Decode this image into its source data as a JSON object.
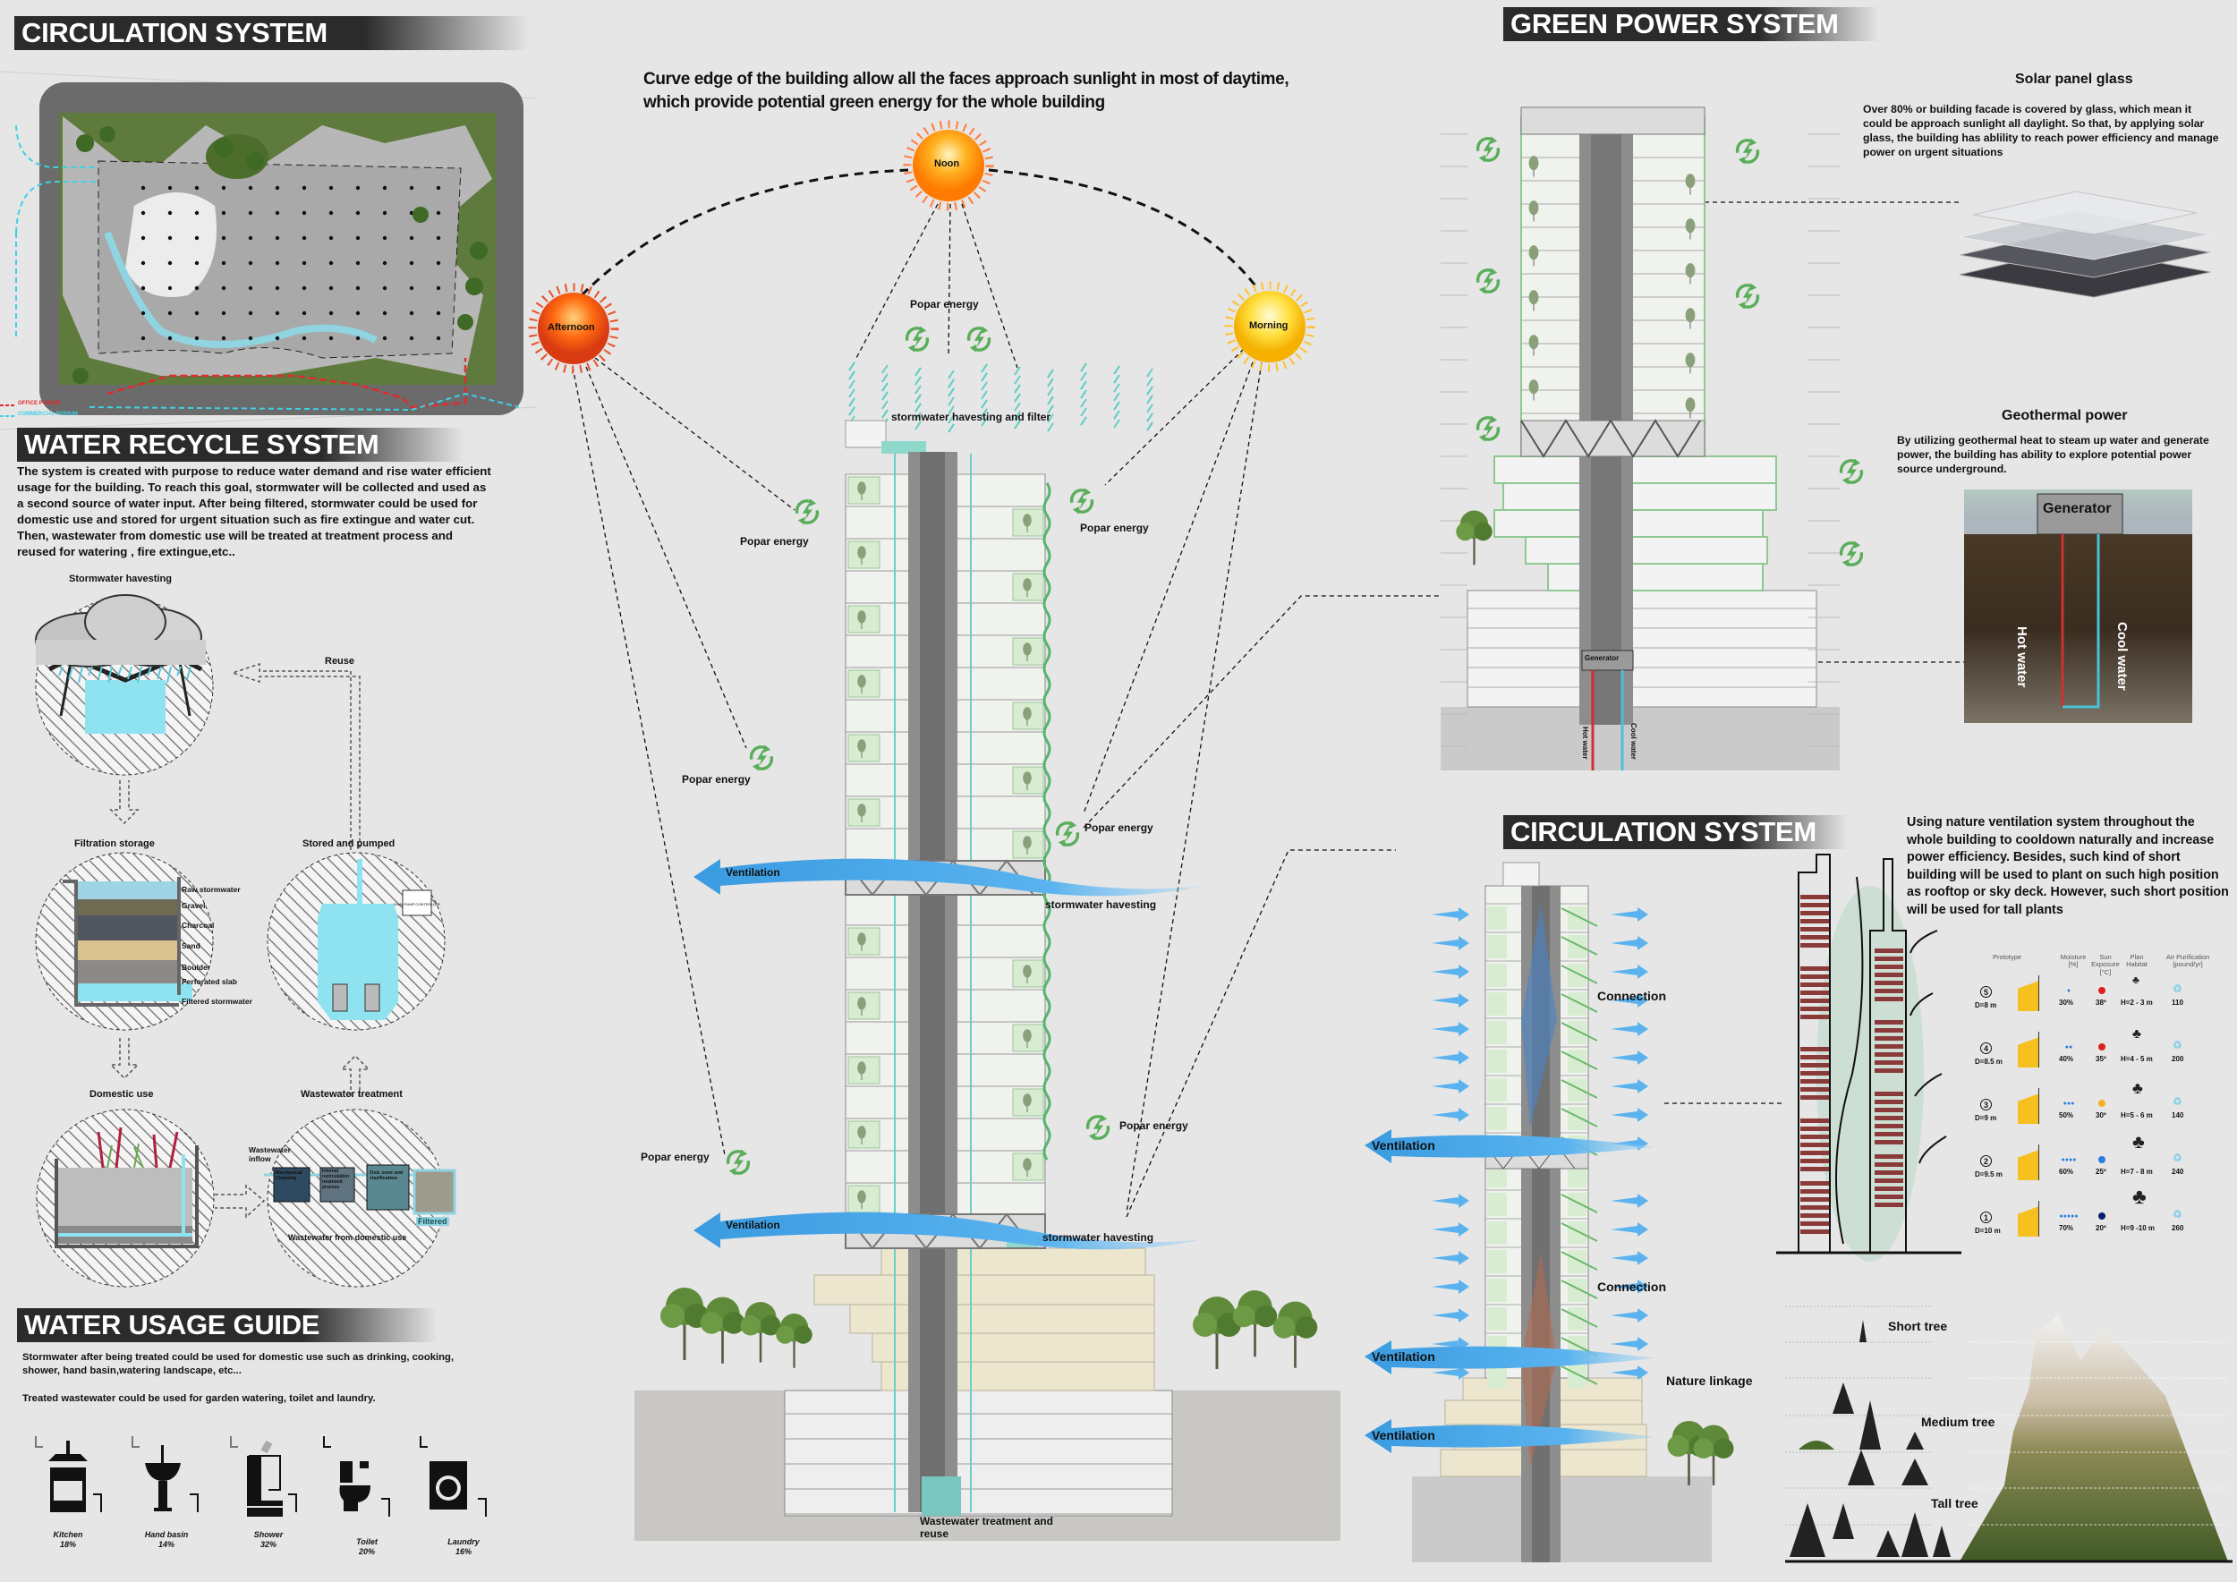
{
  "circulation_site": {
    "title": "CIRCULATION SYSTEM",
    "legend": [
      "OFFICE PODIUM",
      "COMMERCIAL PODIUM"
    ],
    "colors": {
      "office": "#e02b2b",
      "commercial": "#3fd0e6"
    }
  },
  "water_recycle": {
    "title": "WATER RECYCLE SYSTEM",
    "description": "The system is created with purpose to reduce water demand and rise water efficient usage for the building. To reach this goal, stormwater will be collected and used as a second source of water input.  After being filtered, stormwater could be used for domestic use and stored for urgent situation such as fire extingue and water cut. Then, wastewater from domestic use will be treated at treatment process and reused for watering , fire extingue,etc..",
    "steps": {
      "stormwater": "Stormwater havesting",
      "reuse": "Reuse",
      "filtration": "Filtration storage",
      "stored": "Stored and pumped",
      "domestic": "Domestic use",
      "treatment": "Wastewater treatment"
    },
    "filter_layers": [
      "Raw stormwater",
      "Gravel",
      "Charcoal",
      "Sand",
      "Boulder",
      "Perforated slab",
      "Filtered stormwater"
    ],
    "pump_controller": "DUAL PUMP CONTROLLER",
    "treatment": {
      "inflow": "Wastewater inflow",
      "mechanical": "Mechanical Cleaning",
      "internal": "Internal recirculation treatment process",
      "oxic": "Oxic zone and clarification",
      "filtered": "Filtered",
      "caption": "Wastewater from domestic use"
    }
  },
  "water_usage": {
    "title": "WATER USAGE GUIDE",
    "text1": "Stormwater after being treated could be used for domestic use such as drinking, cooking, shower, hand basin,watering landscape, etc...",
    "text2": "Treated wastewater could be used for garden watering, toilet and laundry.",
    "items": [
      {
        "label": "Kitchen",
        "percent": "18%",
        "icon": "stove-icon"
      },
      {
        "label": "Hand basin",
        "percent": "14%",
        "icon": "sink-icon"
      },
      {
        "label": "Shower",
        "percent": "32%",
        "icon": "shower-icon"
      },
      {
        "label": "Toilet",
        "percent": "20%",
        "icon": "toilet-icon"
      },
      {
        "label": "Laundry",
        "percent": "16%",
        "icon": "washing-machine-icon"
      }
    ]
  },
  "sun_diagram": {
    "headline": "Curve edge of the building allow all the faces approach sunlight in most of daytime, which provide potential green energy for the whole building",
    "suns": {
      "noon": "Noon",
      "afternoon": "Afternoon",
      "morning": "Morning"
    },
    "energy_label": "Popar energy",
    "energy_icon": "renewable-energy-icon",
    "energy_color": "#5aae5a"
  },
  "tower_labels": {
    "rain": "stormwater havesting and filter",
    "storm_harvest": "stormwater havesting",
    "ventilation": "Ventilation",
    "wastewater": "Wastewater treatment and reuse"
  },
  "green_power": {
    "title": "GREEN POWER SYSTEM",
    "solar_title": "Solar panel glass",
    "solar_text": "Over 80% or building facade is covered by glass, which mean it could be approach sunlight all daylight. So that, by applying solar glass, the building has ablility to reach power efficiency and manage power on urgent situations",
    "geo_title": "Geothermal power",
    "geo_text": "By utilizing geothermal heat to steam up water and generate power, the building has ability to explore potential power source underground.",
    "generator": "Generator",
    "hot_water": "Hot water",
    "cool_water": "Cool water"
  },
  "circulation_ventilation": {
    "title": "CIRCULATION SYSTEM",
    "text": "Using nature ventilation system throughout the whole building to cooldown naturally and increase power efficiency. Besides, such kind of short building will be used to plant on such high position as rooftop or sky deck. However, such short position will be used for tall plants",
    "ventilation": "Ventilation",
    "connection": "Connection",
    "nature_linkage": "Nature linkage",
    "table": {
      "headers": [
        "Prototype",
        "Moisture [%]",
        "Sun Exposure [°C]",
        "Plan Habitat",
        "Air Purification [pound/yr]"
      ],
      "rows": [
        {
          "id": "5",
          "distance": "D=8 m",
          "moisture": "30%",
          "drops": 1,
          "sun": "38º",
          "sun_color": "#e02020",
          "height": "H=2 - 3 m",
          "air": "110"
        },
        {
          "id": "4",
          "distance": "D=8.5 m",
          "moisture": "40%",
          "drops": 2,
          "sun": "35º",
          "sun_color": "#e02020",
          "height": "H=4 - 5 m",
          "air": "200"
        },
        {
          "id": "3",
          "distance": "D=9 m",
          "moisture": "50%",
          "drops": 3,
          "sun": "30º",
          "sun_color": "#f5b020",
          "height": "H=5 - 6 m",
          "air": "140"
        },
        {
          "id": "2",
          "distance": "D=9.5 m",
          "moisture": "60%",
          "drops": 4,
          "sun": "25º",
          "sun_color": "#2a7de1",
          "height": "H=7 - 8 m",
          "air": "240"
        },
        {
          "id": "1",
          "distance": "D=10 m",
          "moisture": "70%",
          "drops": 5,
          "sun": "20º",
          "sun_color": "#0a1f6e",
          "height": "H=9 -10 m",
          "air": "260"
        }
      ]
    },
    "tree_zones": [
      "Short tree",
      "Medium tree",
      "Tall tree"
    ]
  }
}
